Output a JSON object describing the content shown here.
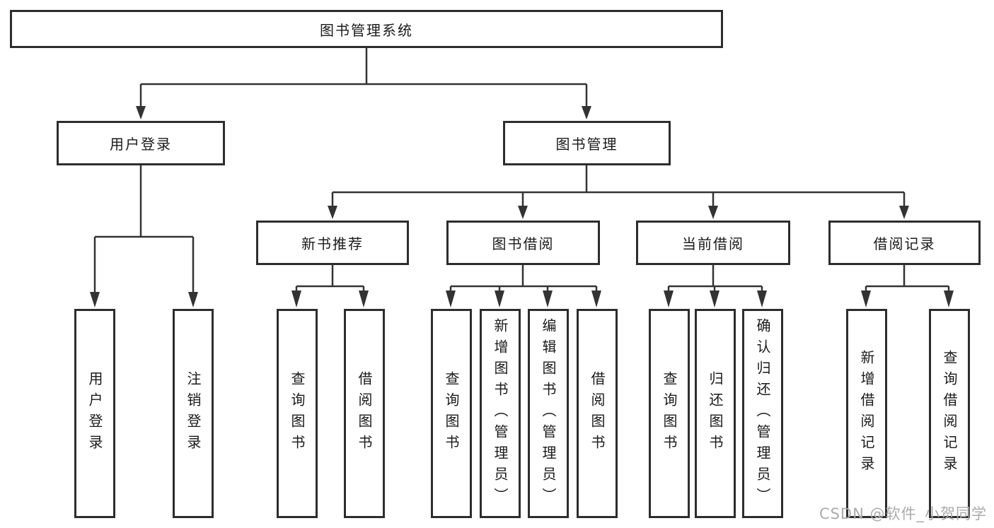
{
  "tree": {
    "root": {
      "label": "图书管理系统"
    },
    "branches": [
      {
        "label": "用户登录",
        "leaves": [
          "用户登录",
          "注销登录"
        ]
      },
      {
        "label": "图书管理",
        "groups": [
          {
            "label": "新书推荐",
            "leaves": [
              "查询图书",
              "借阅图书"
            ]
          },
          {
            "label": "图书借阅",
            "leaves": [
              "查询图书",
              "新增图书（管理员）",
              "编辑图书（管理员）",
              "借阅图书"
            ]
          },
          {
            "label": "当前借阅",
            "leaves": [
              "查询图书",
              "归还图书",
              "确认归还（管理员）"
            ]
          },
          {
            "label": "借阅记录",
            "leaves": [
              "新增借阅记录",
              "查询借阅记录"
            ]
          }
        ]
      }
    ]
  },
  "watermark": {
    "text": "CSDN @软件_小贺同学"
  },
  "colors": {
    "line": "#333333",
    "box_border": "#2d2d2d",
    "text": "#1a1a1a",
    "watermark": "#ababab",
    "background": "#ffffff"
  }
}
